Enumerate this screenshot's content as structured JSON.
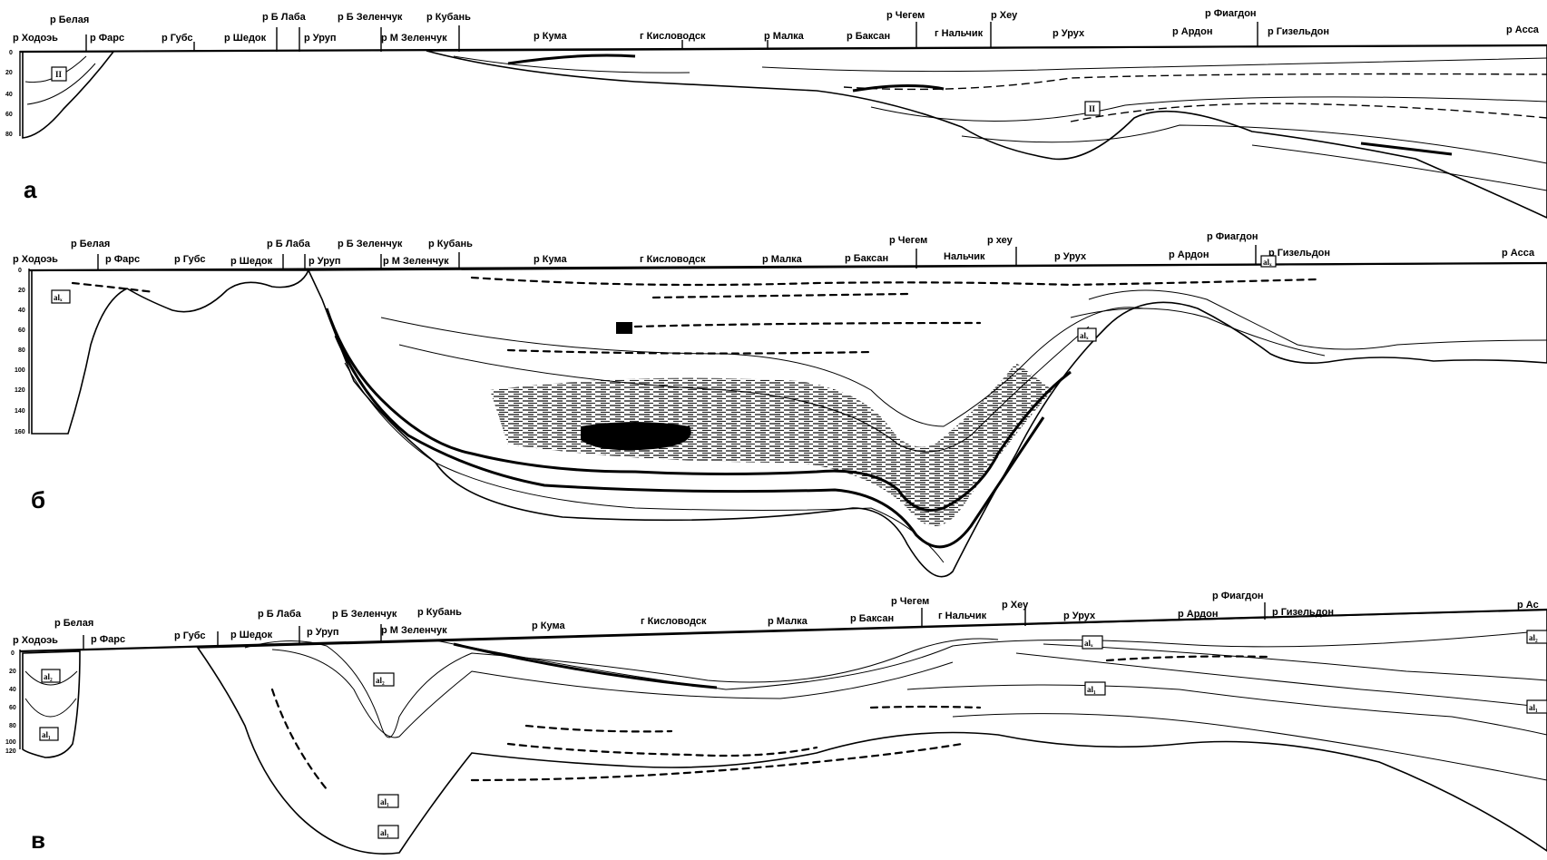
{
  "panels": [
    {
      "letter": "а",
      "row1": [
        "р Белая",
        "р Б Лаба",
        "р Б Зеленчук",
        "р Кубань",
        "р Чегем",
        "р Хеу",
        "р Фиагдон"
      ],
      "row2": [
        "р Ходоэь",
        "р Фарс",
        "р Губс",
        "р Шедок",
        "р Уруп",
        "р М Зеленчук",
        "р Кума",
        "г Кисловодск",
        "р Малка",
        "р Баксан",
        "г Нальчик",
        "р Урух",
        "р Ардон",
        "р Гизельдон",
        "р Ассa"
      ],
      "depths": [
        "0",
        "20",
        "40",
        "60",
        "80"
      ],
      "indices": [
        "II",
        "II"
      ]
    },
    {
      "letter": "б",
      "row1": [
        "р Белая",
        "р Б Лаба",
        "р Б Зеленчук",
        "р Кубань",
        "р Чегем",
        "р хеу",
        "р Фиагдон"
      ],
      "row2": [
        "р Ходоэь",
        "р Фарс",
        "р Губс",
        "р Шедок",
        "р Уруп",
        "р М Зеленчук",
        "р Кума",
        "г Кисловодск",
        "р Малка",
        "р Баксан",
        "Нальчик",
        "р Урух",
        "р Ардон",
        "р Гизельдон",
        "р Асса"
      ],
      "depths": [
        "0",
        "20",
        "40",
        "60",
        "80",
        "100",
        "120",
        "140",
        "160"
      ],
      "indices": [
        "alₓ",
        "",
        "alₓ",
        "alₓ"
      ]
    },
    {
      "letter": "в",
      "row1": [
        "р Белая",
        "р Б Лаба",
        "р Б Зеленчук",
        "р Кубань",
        "р Чегем",
        "р Хеу",
        "р Фиагдон"
      ],
      "row2": [
        "р Ходоэь",
        "р Фарс",
        "р Губс",
        "р Шедок",
        "р Уруп",
        "р М Зеленчук",
        "р Кума",
        "г Кисловодск",
        "р Малка",
        "р Баксан",
        "г Нальчик",
        "р Урух",
        "р Ардон",
        "р Гизельдон",
        "р Ас"
      ],
      "depths": [
        "0",
        "20",
        "40",
        "60",
        "80",
        "100",
        "120"
      ],
      "indices": [
        "al₂",
        "al₁",
        "al₂",
        "al₁",
        "al₁",
        "alₓ",
        "al₁",
        "al₂",
        "al₁"
      ]
    }
  ]
}
